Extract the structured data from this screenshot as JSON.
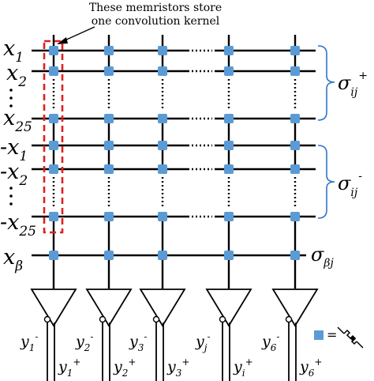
{
  "annotation": {
    "line1": "These memristors store",
    "line2": "one convolution kernel"
  },
  "row_labels": {
    "x1": {
      "prefix": "",
      "base": "x",
      "sub": "1"
    },
    "x2": {
      "prefix": "",
      "base": "x",
      "sub": "2"
    },
    "x25": {
      "prefix": "",
      "base": "x",
      "sub": "25"
    },
    "nx1": {
      "prefix": "-",
      "base": "x",
      "sub": "1"
    },
    "nx2": {
      "prefix": "-",
      "base": "x",
      "sub": "2"
    },
    "nx25": {
      "prefix": "-",
      "base": "x",
      "sub": "25"
    },
    "xb": {
      "prefix": "",
      "base": "x",
      "sub": "β"
    }
  },
  "sigma_labels": {
    "plus": {
      "base": "σ",
      "sub": "ij",
      "sup": "+"
    },
    "minus": {
      "base": "σ",
      "sub": "ij",
      "sup": "-"
    },
    "beta": {
      "base": "σ",
      "sub": "βj"
    }
  },
  "outputs": [
    {
      "neg_base": "y",
      "neg_sub": "1",
      "neg_sup": "-",
      "pos_base": "y",
      "pos_sub": "1",
      "pos_sup": "+"
    },
    {
      "neg_base": "y",
      "neg_sub": "2",
      "neg_sup": "-",
      "pos_base": "y",
      "pos_sub": "2",
      "pos_sup": "+"
    },
    {
      "neg_base": "y",
      "neg_sub": "3",
      "neg_sup": "-",
      "pos_base": "y",
      "pos_sub": "3",
      "pos_sup": "+"
    },
    {
      "neg_base": "y",
      "neg_sub": "j",
      "neg_sup": "-",
      "pos_base": "y",
      "pos_sub": "i",
      "pos_sup": "+"
    },
    {
      "neg_base": "y",
      "neg_sub": "6",
      "neg_sup": "-",
      "pos_base": "y",
      "pos_sub": "6",
      "pos_sup": "+"
    }
  ],
  "legend": {
    "equals": "="
  },
  "colors": {
    "node": "#5b9bd5",
    "highlight": "#e02020",
    "line": "#000000",
    "brace": "#2e75c9"
  },
  "icons": {
    "memristor": "memristor-symbol-icon"
  }
}
